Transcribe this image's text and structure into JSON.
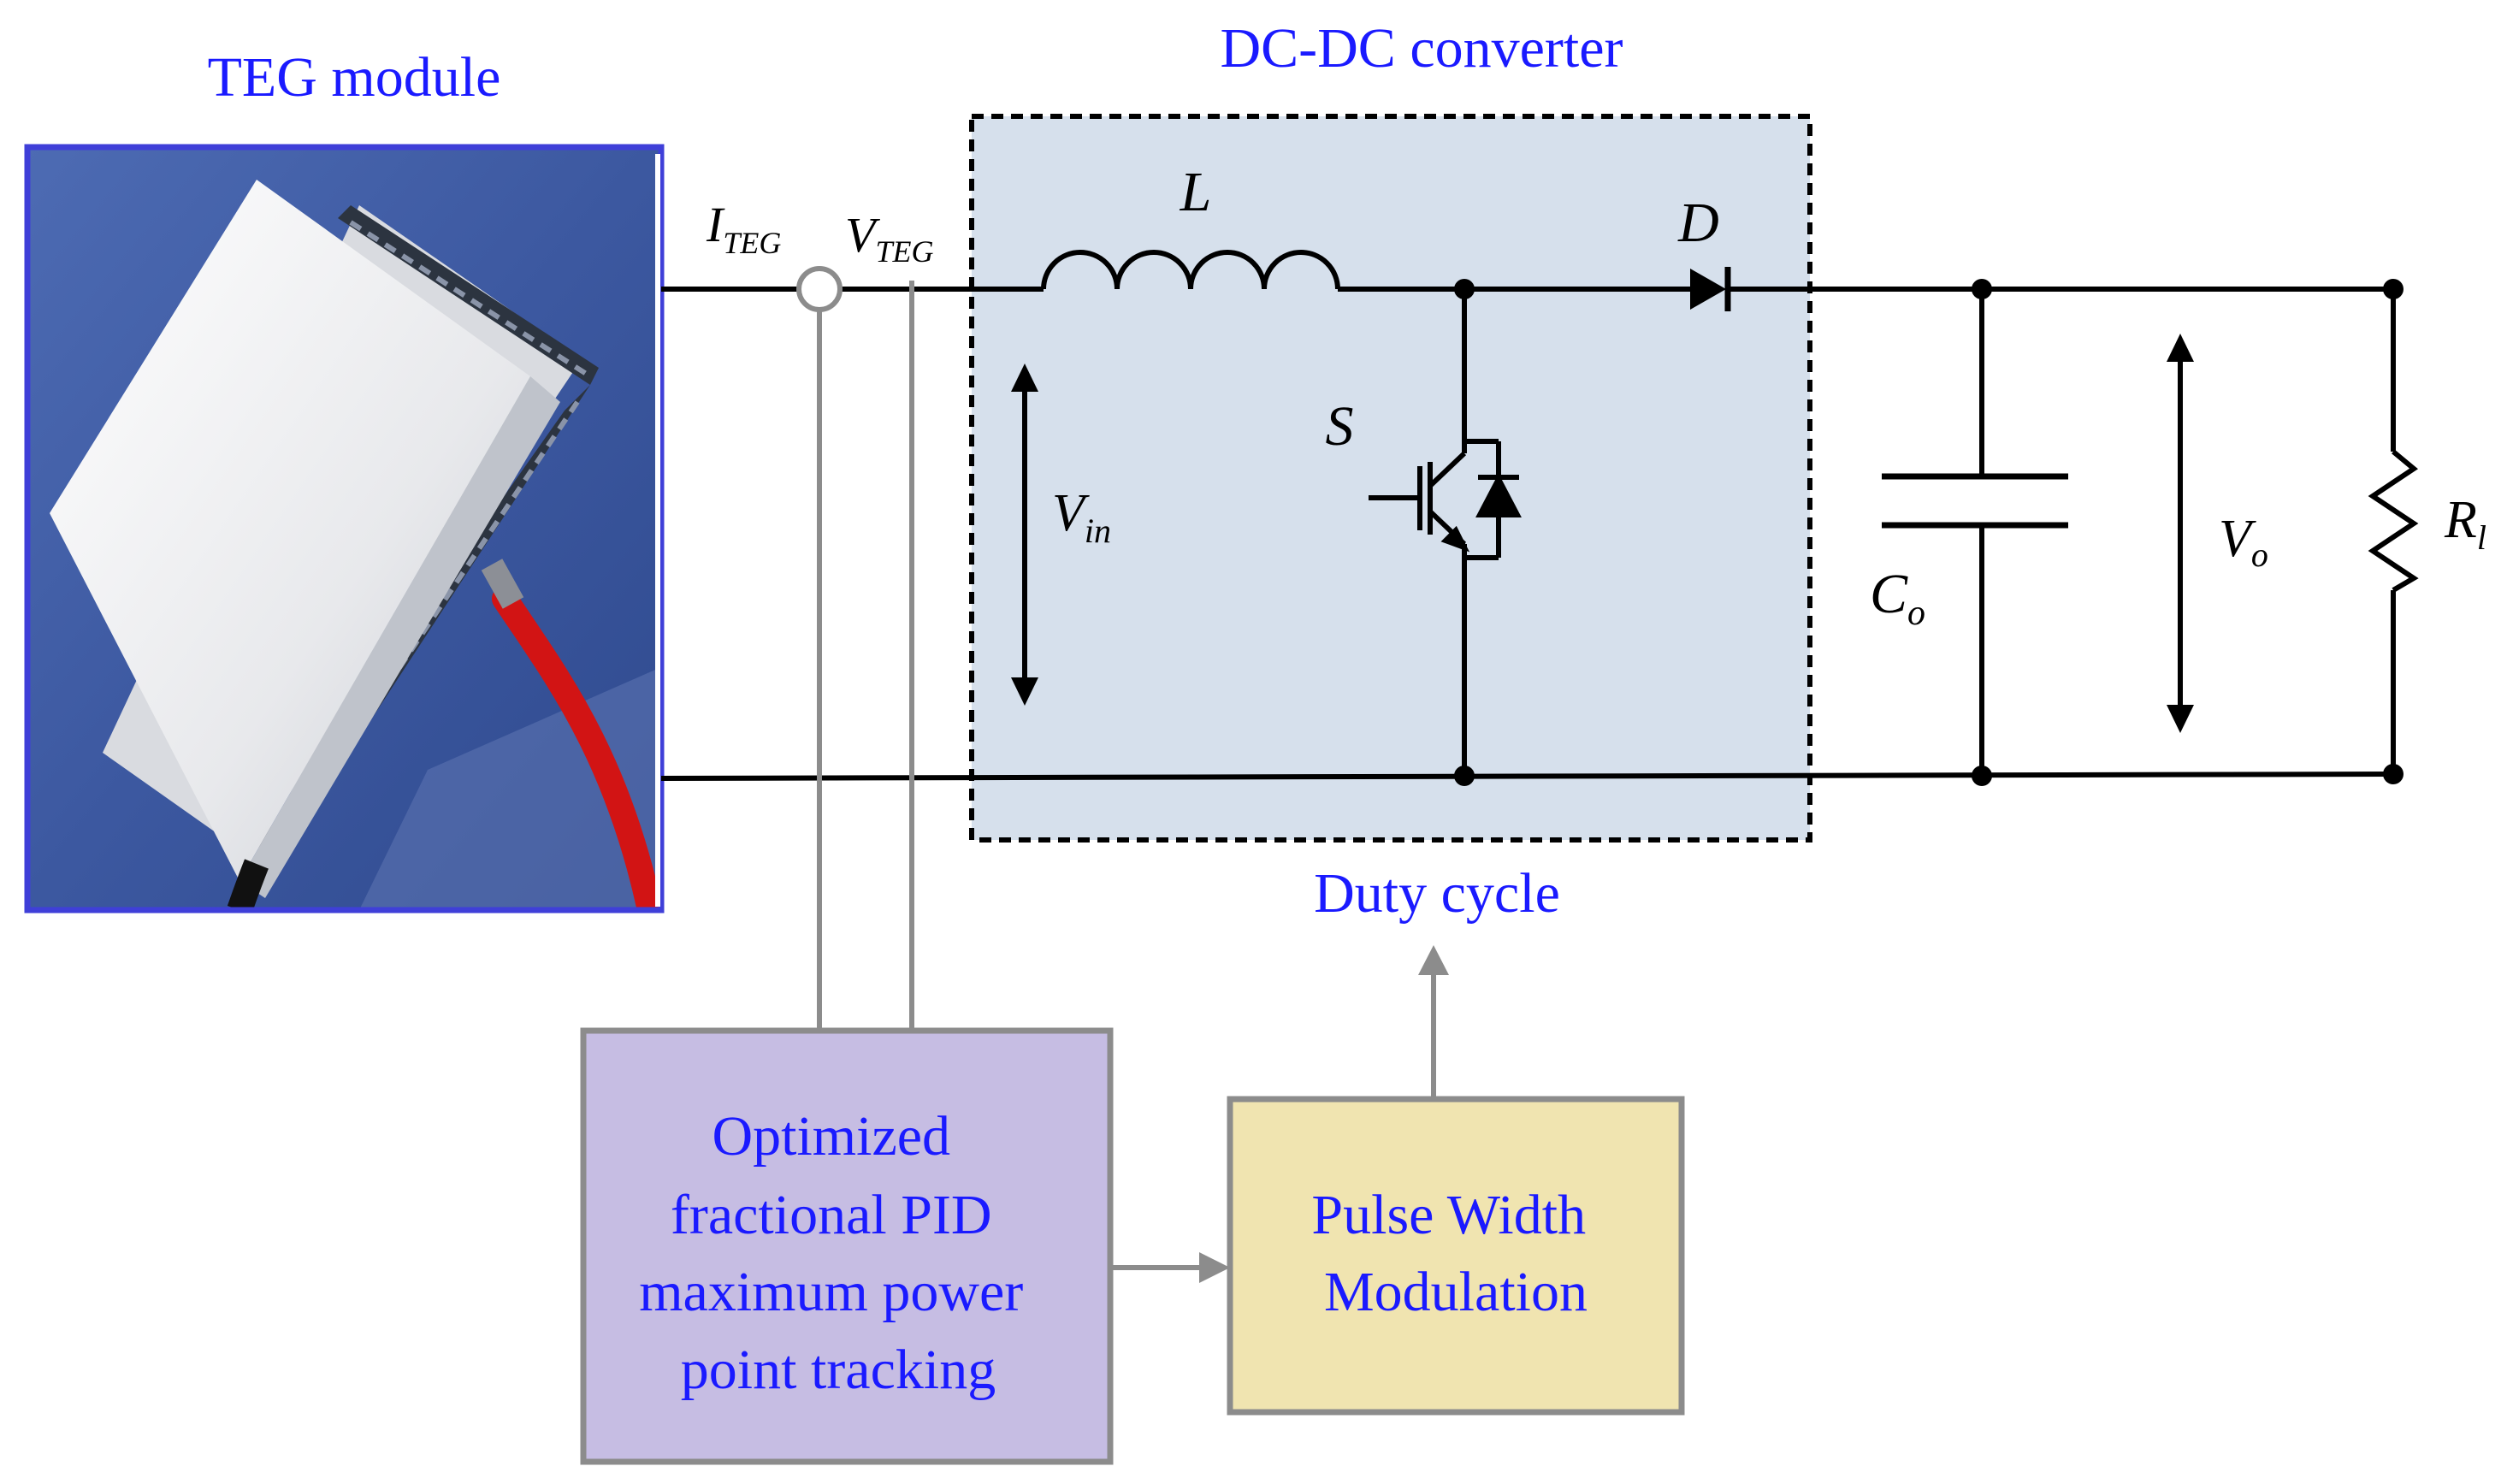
{
  "titles": {
    "teg_module": "TEG module",
    "dcdc_converter": "DC-DC converter",
    "duty_cycle": "Duty cycle"
  },
  "symbols": {
    "i_teg": {
      "main": "I",
      "sub": "TEG"
    },
    "v_teg": {
      "main": "V",
      "sub": "TEG"
    },
    "inductor": "L",
    "diode": "D",
    "switch": "S",
    "v_in": {
      "main": "V",
      "sub": "in"
    },
    "c_o": {
      "main": "C",
      "sub": "o"
    },
    "v_o": {
      "main": "V",
      "sub": "o"
    },
    "r_l": {
      "main": "R",
      "sub": "l"
    }
  },
  "blocks": {
    "mppt": {
      "lines": [
        "Optimized",
        "fractional PID",
        "maximum power",
        "point tracking"
      ],
      "fill": "#c6bde3"
    },
    "pwm": {
      "lines": [
        "Pulse Width",
        "Modulation"
      ],
      "fill": "#f0e4b0"
    }
  },
  "colors": {
    "label_blue": "#1a1aff",
    "converter_fill": "#d6e0ec",
    "signal_gray": "#8c8c8c",
    "teg_frame": "#3f3fd8",
    "wire": "#000000"
  }
}
